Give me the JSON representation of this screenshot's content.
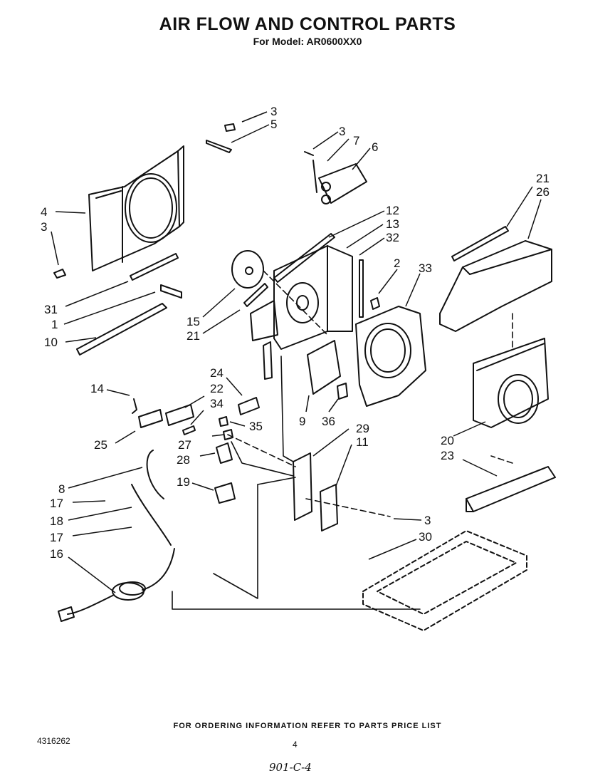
{
  "title": "AIR FLOW AND CONTROL PARTS",
  "subtitle": "For Model: AR0600XX0",
  "footer": "FOR ORDERING INFORMATION REFER TO PARTS PRICE LIST",
  "part_number": "4316262",
  "page_number": "4",
  "handwritten_note": "901-C-4",
  "callouts": {
    "c3a": "3",
    "c5": "5",
    "c3b": "3",
    "c7": "7",
    "c6": "6",
    "c4": "4",
    "c3c": "3",
    "c21a": "21",
    "c26": "26",
    "c12": "12",
    "c13": "13",
    "c32": "32",
    "c2": "2",
    "c33": "33",
    "c31": "31",
    "c1": "1",
    "c15": "15",
    "c21b": "21",
    "c10": "10",
    "c24": "24",
    "c22": "22",
    "c14": "14",
    "c34": "34",
    "c35": "35",
    "c25": "25",
    "c9": "9",
    "c36": "36",
    "c29": "29",
    "c11": "11",
    "c27": "27",
    "c20": "20",
    "c23": "23",
    "c28": "28",
    "c8": "8",
    "c19": "19",
    "c17a": "17",
    "c18": "18",
    "c3d": "3",
    "c17b": "17",
    "c30": "30",
    "c16": "16"
  }
}
